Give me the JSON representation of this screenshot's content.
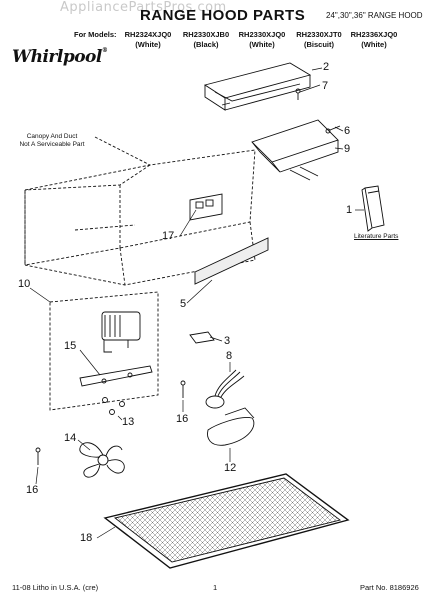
{
  "header": {
    "watermark": "AppliancePartsPros.com",
    "title": "RANGE HOOD PARTS",
    "range_label": "24\",30\",36\" RANGE HOOD",
    "models_label": "For Models:",
    "models": [
      "RH2324XJQ0",
      "RH2330XJB0",
      "RH2330XJQ0",
      "RH2330XJT0",
      "RH2336XJQ0"
    ],
    "colors": [
      "(White)",
      "(Black)",
      "(White)",
      "(Biscuit)",
      "(White)"
    ]
  },
  "brand": {
    "logo_text": "Whirlpool",
    "reg_mark": "®"
  },
  "diagram": {
    "canopy_note_line1": "Canopy And Duct",
    "canopy_note_line2": "Not A Serviceable Part",
    "literature_label": "Literature Parts",
    "callouts": {
      "c1": "1",
      "c2": "2",
      "c3": "3",
      "c5": "5",
      "c6": "6",
      "c7": "7",
      "c8": "8",
      "c9": "9",
      "c10": "10",
      "c12": "12",
      "c13": "13",
      "c14": "14",
      "c15": "15",
      "c16a": "16",
      "c16b": "16",
      "c17": "17",
      "c18": "18"
    }
  },
  "footer": {
    "litho": "11-08 Litho in U.S.A. (cre)",
    "page": "1",
    "part_no": "Part No. 8186926"
  }
}
